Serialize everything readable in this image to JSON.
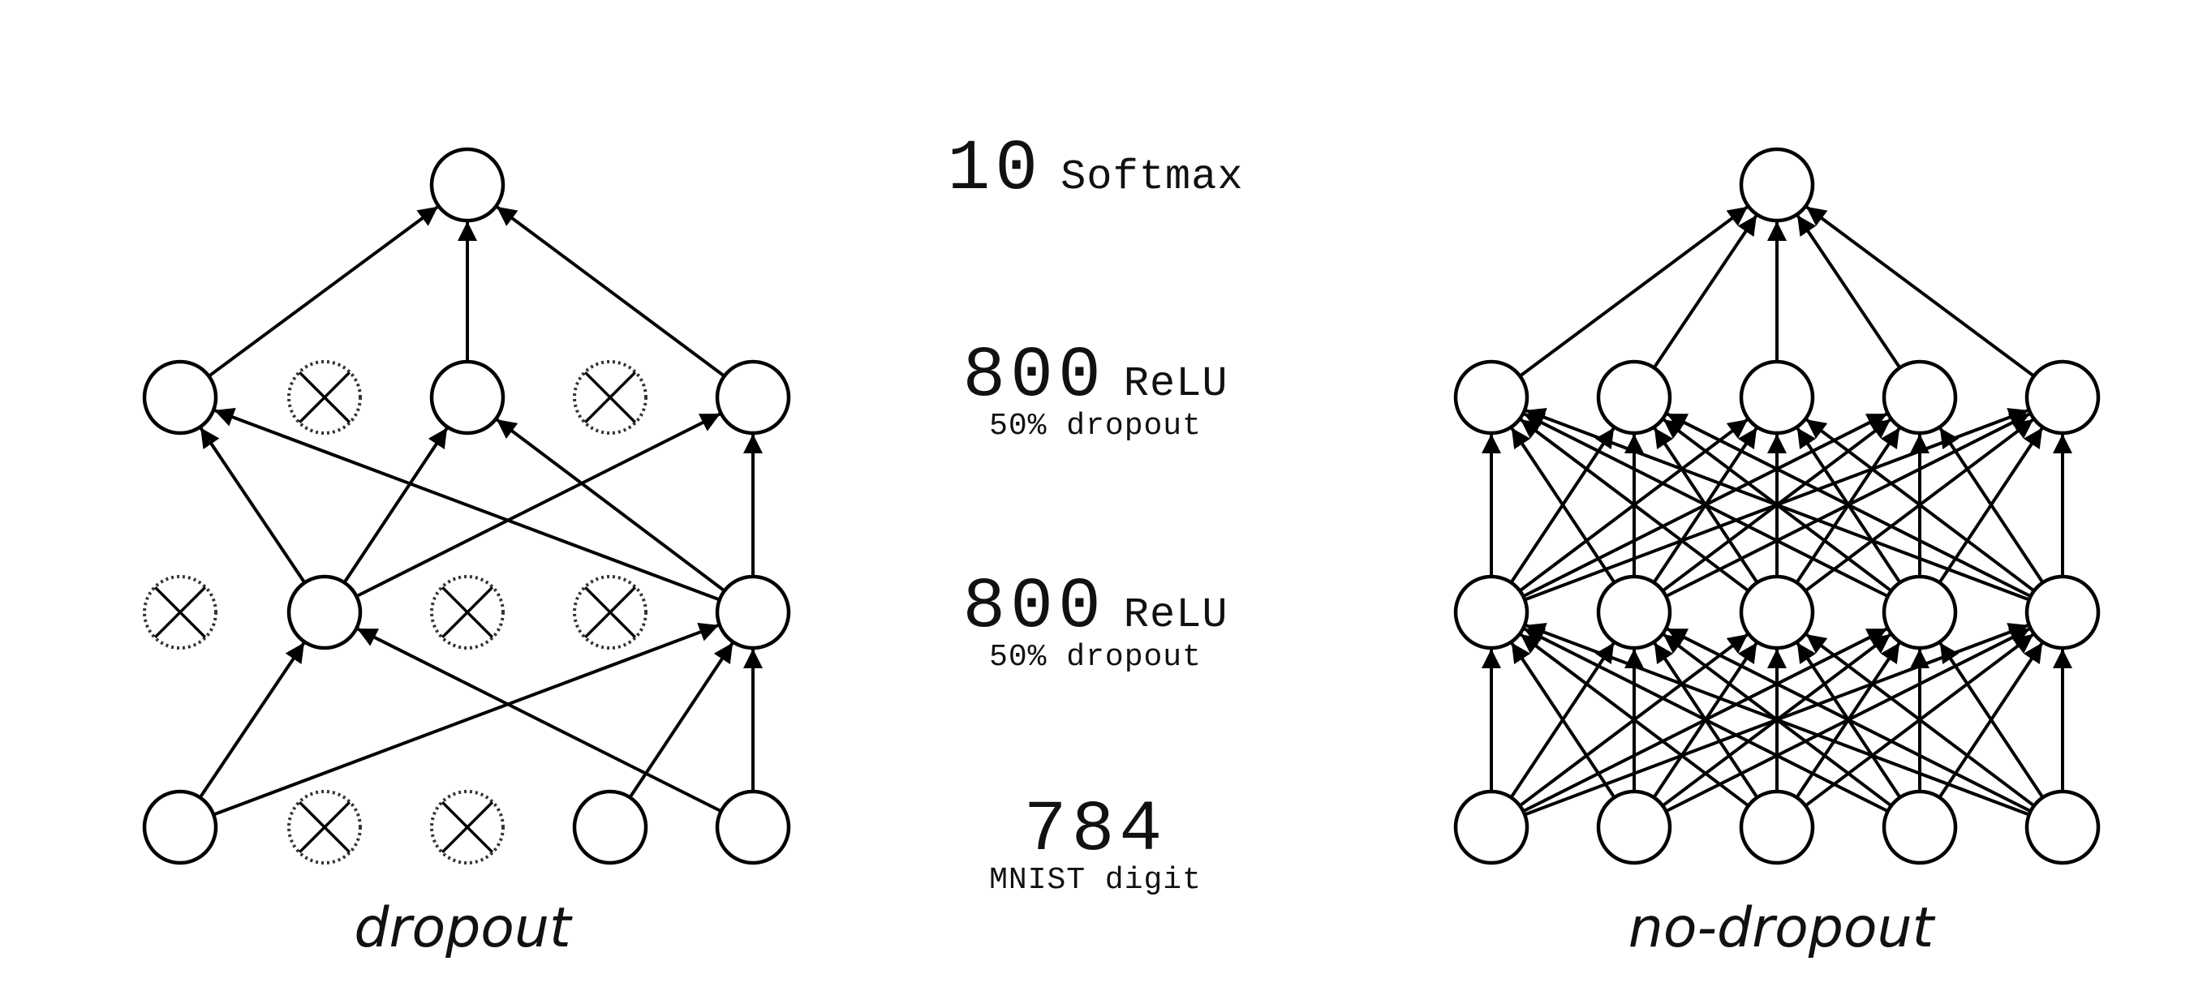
{
  "layers": [
    {
      "units": "10",
      "activation": "Softmax",
      "note": ""
    },
    {
      "units": "800",
      "activation": "ReLU",
      "note": "50% dropout"
    },
    {
      "units": "800",
      "activation": "ReLU",
      "note": "50% dropout"
    },
    {
      "units": "784",
      "activation": "",
      "note": "MNIST digit"
    }
  ],
  "networks": [
    {
      "caption": "dropout",
      "dropped": {
        "h2": [
          1,
          3
        ],
        "h1": [
          0,
          2,
          3
        ],
        "input": [
          1,
          2
        ]
      },
      "edges_in_to_h1": [
        [
          0,
          1
        ],
        [
          0,
          4
        ],
        [
          3,
          4
        ],
        [
          4,
          1
        ],
        [
          4,
          4
        ]
      ],
      "edges_h1_to_h2": [
        [
          1,
          0
        ],
        [
          1,
          2
        ],
        [
          1,
          4
        ],
        [
          4,
          0
        ],
        [
          4,
          2
        ],
        [
          4,
          4
        ]
      ],
      "edges_h2_to_out": [
        [
          0,
          0
        ],
        [
          2,
          0
        ],
        [
          4,
          0
        ]
      ]
    },
    {
      "caption": "no-dropout",
      "dropped": {
        "h2": [],
        "h1": [],
        "input": []
      },
      "fully_connected": true
    }
  ],
  "colors": {
    "stroke": "#000000",
    "dropped_stroke": "#333333",
    "background": "#ffffff"
  }
}
